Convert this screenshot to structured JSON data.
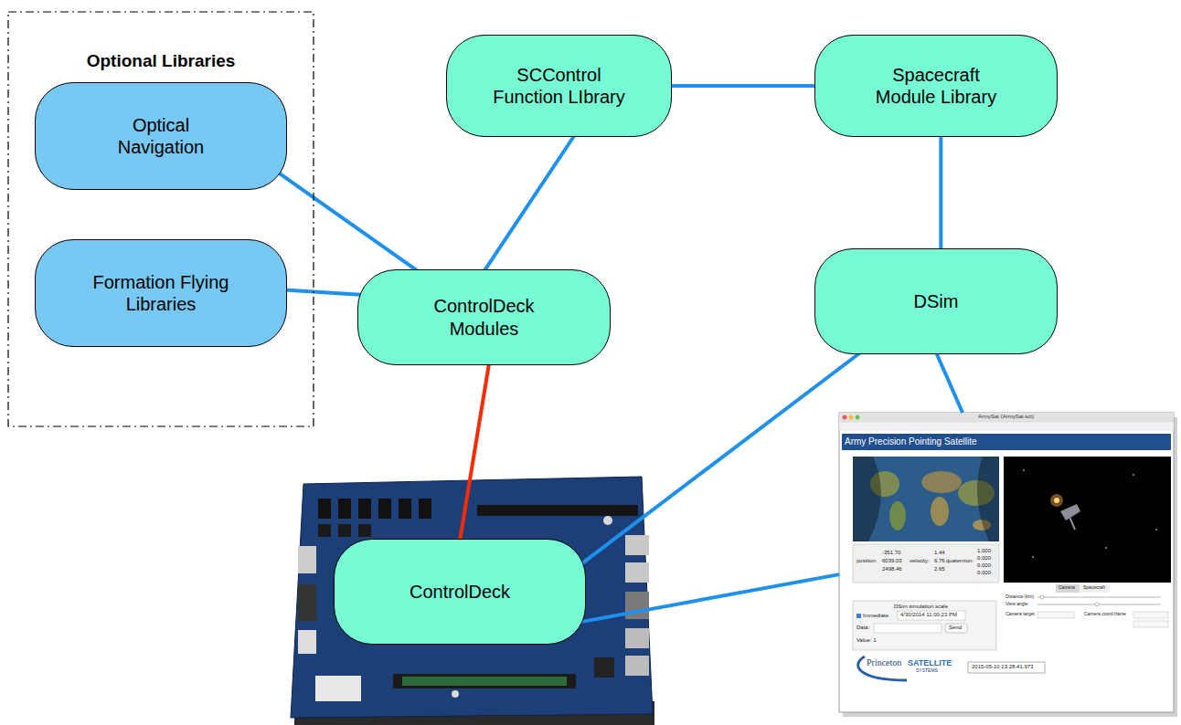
{
  "diagram": {
    "nodes": [
      {
        "text": [
          "Optional Libraries"
        ]
      },
      {
        "text": [
          "Optical Navigation"
        ],
        "in": 0
      },
      {
        "text": [
          "Formation Flying Libraries"
        ],
        "in": 0
      },
      {
        "text": [
          "SCControl Function LIbrary"
        ]
      },
      {
        "text": [
          "Spacecraft Module Library"
        ]
      },
      {
        "text": [
          "ControlDeck Modules"
        ]
      },
      {
        "text": [
          "DSim"
        ]
      },
      {
        "text": [
          "ControlDeck"
        ]
      },
      {
        "text": [
          "Army Precision Pointing Satellite"
        ]
      }
    ],
    "edges": [
      {
        "from": 1,
        "to": 5,
        "arrow": "none"
      },
      {
        "from": 2,
        "to": 5,
        "arrow": "none"
      },
      {
        "from": 3,
        "to": 5,
        "arrow": "none"
      },
      {
        "from": 3,
        "to": 4,
        "arrow": "none"
      },
      {
        "from": 4,
        "to": 6,
        "arrow": "none"
      },
      {
        "from": 5,
        "to": 7,
        "arrow": "none"
      },
      {
        "from": 6,
        "to": 7,
        "arrow": "none"
      },
      {
        "from": 6,
        "to": 8,
        "arrow": "none"
      },
      {
        "from": 7,
        "to": 8,
        "arrow": "none"
      }
    ],
    "labels": [
      "ArmySat (ArmySat.sct)",
      "position:",
      "-351.70",
      "6039.03",
      "2498.46",
      "velocity:",
      "1.44",
      "6.76",
      "2.65",
      "quaternion:",
      "1.000",
      "0.000",
      "0.000",
      "0.000",
      "DSim simulation scale",
      "Immediate",
      "4/30/2014 11:00:23 PM",
      "Data:",
      "Send",
      "Value: 1",
      "Princeton",
      "SATELLITE",
      "SYSTEMS",
      "2015-05-10 13:28:41.973",
      "Camera",
      "Spacecraft",
      "Distance (km)",
      "View angle:",
      "Camera target",
      "Camera coord frame"
    ]
  }
}
